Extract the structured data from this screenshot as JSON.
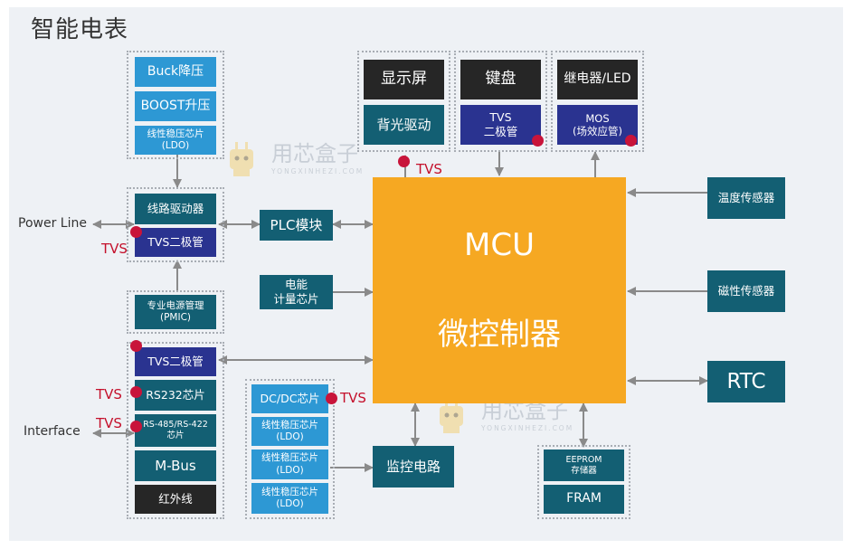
{
  "title": "智能电表",
  "external": {
    "power_line": "Power Line",
    "interface": "Interface"
  },
  "tvs_label": "TVS",
  "blocks": {
    "buck": "Buck降压",
    "boost": "BOOST升压",
    "ldo_top": "线性稳压芯片\n(LDO)",
    "line_driver": "线路驱动器",
    "tvs_power": "TVS二极管",
    "pmic": "专业电源管理\n(PMIC)",
    "plc": "PLC模块",
    "energy_meter": "电能\n计量芯片",
    "display": "显示屏",
    "backlight": "背光驱动",
    "keypad": "键盘",
    "tvs_keypad": "TVS\n二极管",
    "relay_led": "继电器/LED",
    "mos": "MOS\n(场效应管)",
    "mcu_line1": "MCU",
    "mcu_line2": "微控制器",
    "temp_sensor": "温度传感器",
    "mag_sensor": "磁性传感器",
    "rtc": "RTC",
    "tvs_iface": "TVS二极管",
    "rs232": "RS232芯片",
    "rs485": "RS-485/RS-422\n芯片",
    "mbus": "M-Bus",
    "infrared": "红外线",
    "dcdc": "DC/DC芯片",
    "ldo_b1": "线性稳压芯片\n(LDO)",
    "ldo_b2": "线性稳压芯片\n(LDO)",
    "ldo_b3": "线性稳压芯片\n(LDO)",
    "monitor": "监控电路",
    "eeprom": "EEPROM\n存储器",
    "fram": "FRAM"
  },
  "watermark": {
    "text": "用芯盒子",
    "sub": "YONGXINHEZI.COM"
  },
  "colors": {
    "cyan": "#2d98d4",
    "teal": "#135f73",
    "navy": "#2a3390",
    "dark": "#262626",
    "mcu": "#f6a822",
    "arrow": "#8a8a8a",
    "tvs_red": "#c8143a"
  }
}
